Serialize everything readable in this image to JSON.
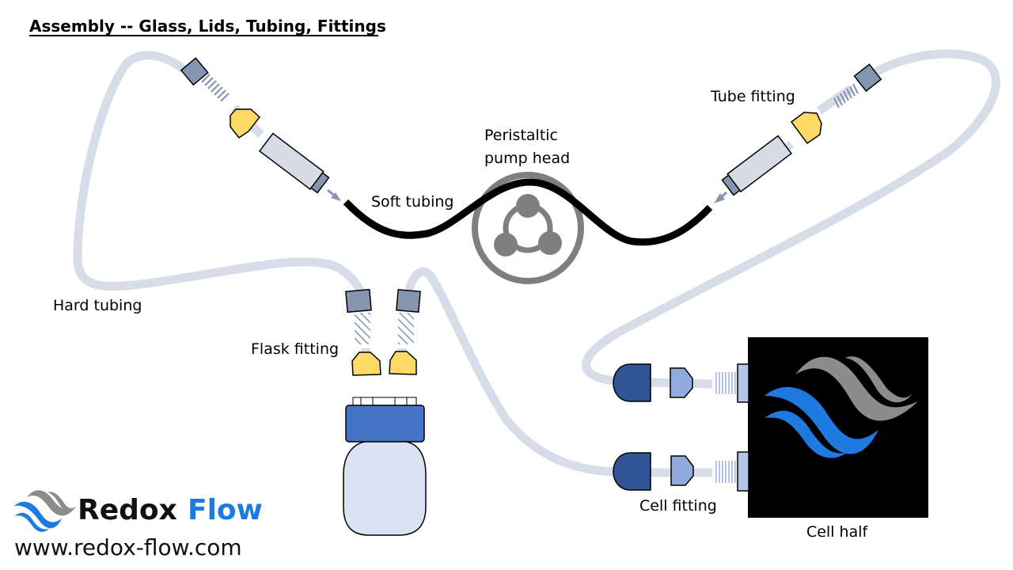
{
  "title": "Assembly -- Glass, Lids, Tubing, Fittings",
  "labels": {
    "hard_tubing": "Hard tubing",
    "soft_tubing": "Soft tubing",
    "pump_head_line1": "Peristaltic",
    "pump_head_line2": "pump head",
    "tube_fitting": "Tube fitting",
    "flask_fitting": "Flask fitting",
    "cell_fitting": "Cell fitting",
    "cell_half": "Cell half"
  },
  "brand": {
    "name_part1": "Redox",
    "name_part2": "Flow",
    "url": "www.redox-flow.com"
  },
  "colors": {
    "hard_tubing": "#d6dde8",
    "soft_tubing": "#000000",
    "nut": "#8496b0",
    "ferrule": "#ffd966",
    "sleeve": "#d6dce5",
    "flask_cap": "#4472c4",
    "flask_body": "#dae3f3",
    "cell_nut": "#2f5597",
    "cell_ferrule": "#8faadc",
    "cell_port": "#b4c7e7",
    "pump": "#7f7f7f",
    "brand_blue": "#1f7ae0",
    "brand_grey": "#8c8c8c"
  }
}
